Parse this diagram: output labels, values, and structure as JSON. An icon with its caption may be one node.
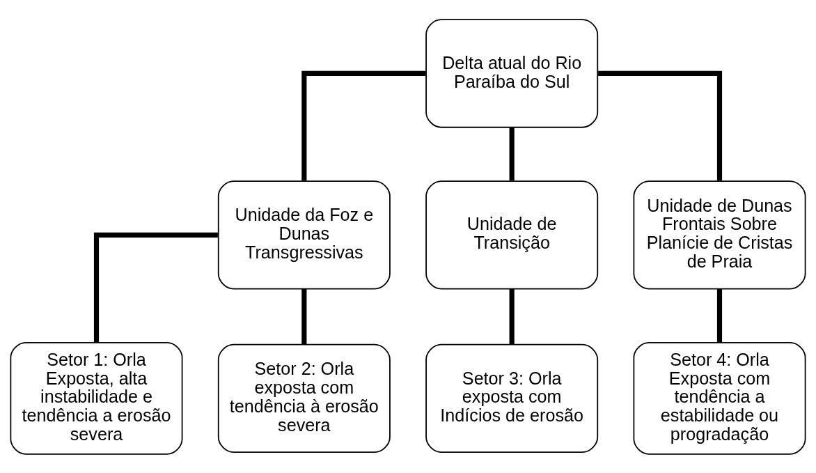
{
  "diagram": {
    "nodes": [
      {
        "text": [
          "Delta atual do Rio Paraíba do Sul"
        ]
      },
      {
        "text": [
          "Unidade da Foz e Dunas Transgressivas"
        ]
      },
      {
        "text": [
          "Unidade de Transição"
        ]
      },
      {
        "text": [
          "Unidade de Dunas Frontais Sobre Planície de Cristas de Praia"
        ]
      },
      {
        "text": [
          "Setor 1: Orla Exposta, alta instabilidade e tendência a erosão severa"
        ]
      },
      {
        "text": [
          "Setor 2: Orla exposta com tendência à erosão severa"
        ]
      },
      {
        "text": [
          "Setor 3: Orla exposta com Indícios de erosão"
        ]
      },
      {
        "text": [
          "Setor 4: Orla Exposta com tendência a estabilidade ou progradação"
        ]
      }
    ],
    "edges": [
      {
        "from": 0,
        "to": 1,
        "arrow": "none"
      },
      {
        "from": 0,
        "to": 2,
        "arrow": "none"
      },
      {
        "from": 0,
        "to": 3,
        "arrow": "none"
      },
      {
        "from": 1,
        "to": 4,
        "arrow": "none"
      },
      {
        "from": 1,
        "to": 5,
        "arrow": "none"
      },
      {
        "from": 2,
        "to": 6,
        "arrow": "none"
      },
      {
        "from": 3,
        "to": 7,
        "arrow": "none"
      }
    ]
  }
}
